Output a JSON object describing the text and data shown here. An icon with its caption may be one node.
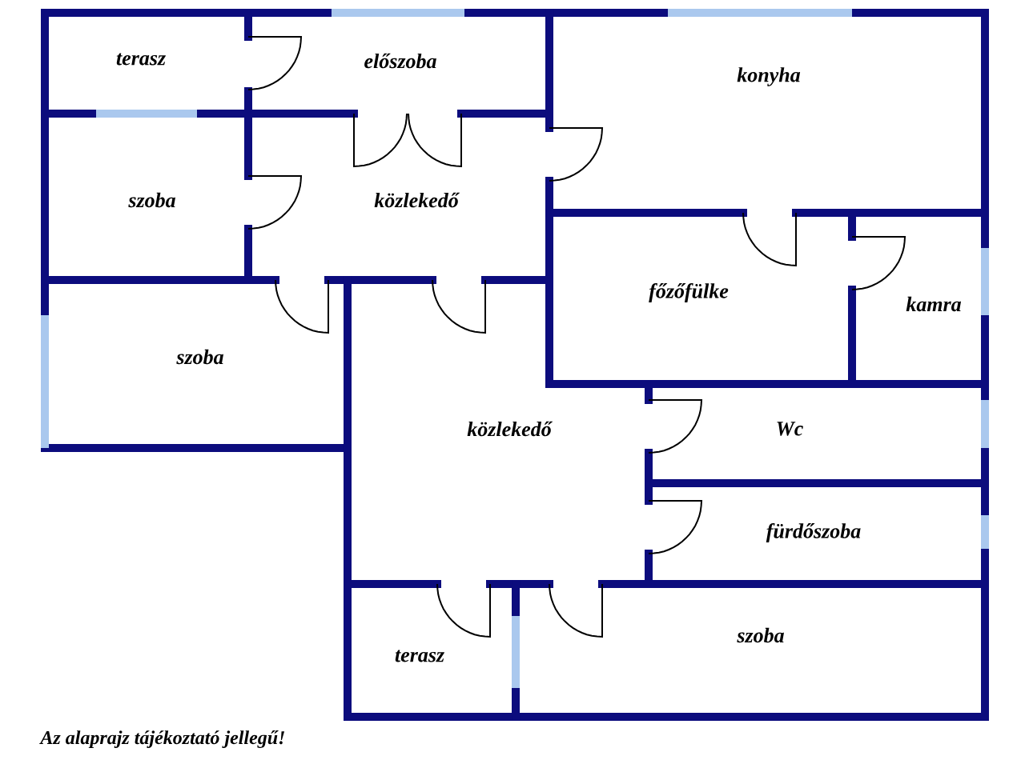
{
  "diagram": {
    "caption": "Az alaprajz tájékoztató jellegű!",
    "nodes": [
      {
        "text": [
          "terasz"
        ]
      },
      {
        "text": [
          "előszoba"
        ]
      },
      {
        "text": [
          "konyha"
        ]
      },
      {
        "text": [
          "szoba"
        ]
      },
      {
        "text": [
          "közlekedő"
        ]
      },
      {
        "text": [
          "főzőfülke"
        ]
      },
      {
        "text": [
          "kamra"
        ]
      },
      {
        "text": [
          "szoba"
        ]
      },
      {
        "text": [
          "közlekedő"
        ]
      },
      {
        "text": [
          "Wc"
        ]
      },
      {
        "text": [
          "fürdőszoba"
        ]
      },
      {
        "text": [
          "szoba"
        ]
      },
      {
        "text": [
          "terasz"
        ]
      }
    ]
  }
}
